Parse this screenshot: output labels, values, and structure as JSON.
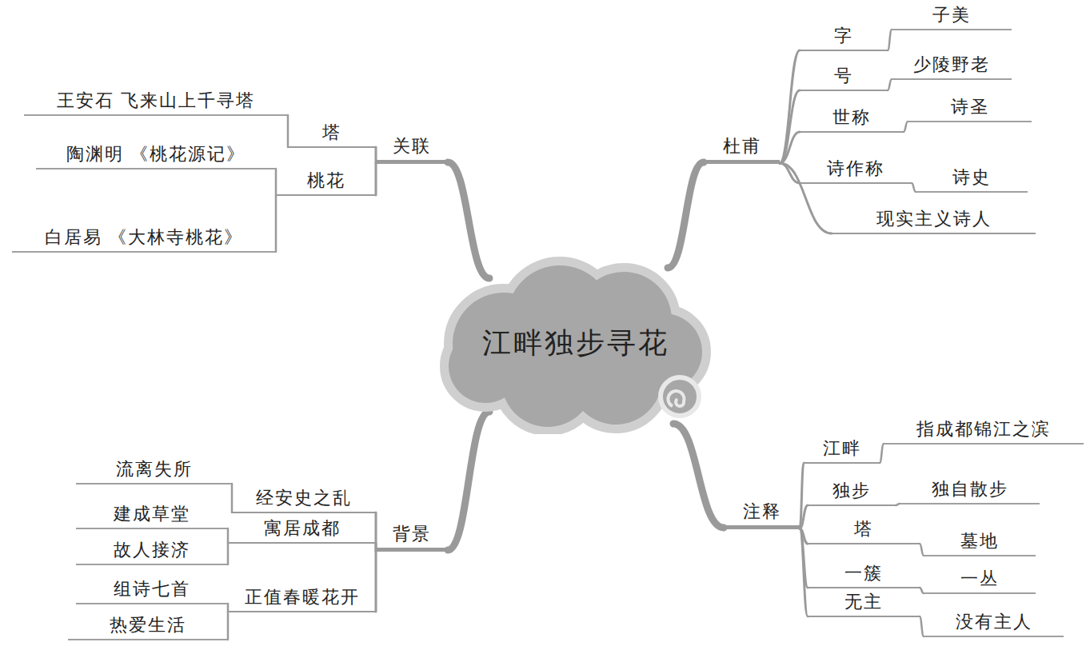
{
  "diagram": {
    "nodes": [
      {
        "text": [
          "江畔独步寻花"
        ]
      },
      {
        "text": [
          "关联"
        ]
      },
      {
        "text": [
          "塔"
        ]
      },
      {
        "text": [
          "王安石 飞来山上千寻塔"
        ]
      },
      {
        "text": [
          "桃花"
        ]
      },
      {
        "text": [
          "陶渊明 《桃花源记》"
        ]
      },
      {
        "text": [
          "白居易 《大林寺桃花》"
        ]
      },
      {
        "text": [
          "杜甫"
        ]
      },
      {
        "text": [
          "字"
        ]
      },
      {
        "text": [
          "子美"
        ]
      },
      {
        "text": [
          "号"
        ]
      },
      {
        "text": [
          "少陵野老"
        ]
      },
      {
        "text": [
          "世称"
        ]
      },
      {
        "text": [
          "诗圣"
        ]
      },
      {
        "text": [
          "诗作称"
        ]
      },
      {
        "text": [
          "诗史"
        ]
      },
      {
        "text": [
          "现实主义诗人"
        ]
      },
      {
        "text": [
          "背景"
        ]
      },
      {
        "text": [
          "经安史之乱"
        ]
      },
      {
        "text": [
          "流离失所"
        ]
      },
      {
        "text": [
          "寓居成都"
        ]
      },
      {
        "text": [
          "建成草堂"
        ]
      },
      {
        "text": [
          "故人接济"
        ]
      },
      {
        "text": [
          "正值春暖花开"
        ]
      },
      {
        "text": [
          "组诗七首"
        ]
      },
      {
        "text": [
          "热爱生活"
        ]
      },
      {
        "text": [
          "注释"
        ]
      },
      {
        "text": [
          "江畔"
        ]
      },
      {
        "text": [
          "指成都锦江之滨"
        ]
      },
      {
        "text": [
          "独步"
        ]
      },
      {
        "text": [
          "独自散步"
        ]
      },
      {
        "text": [
          "塔"
        ]
      },
      {
        "text": [
          "墓地"
        ]
      },
      {
        "text": [
          "一簇"
        ]
      },
      {
        "text": [
          "一丛"
        ]
      },
      {
        "text": [
          "无主"
        ]
      },
      {
        "text": [
          "没有主人"
        ]
      }
    ],
    "edges": [
      {
        "from": 0,
        "to": 1,
        "arrow": "none"
      },
      {
        "from": 1,
        "to": 2,
        "arrow": "none"
      },
      {
        "from": 2,
        "to": 3,
        "arrow": "none"
      },
      {
        "from": 1,
        "to": 4,
        "arrow": "none"
      },
      {
        "from": 4,
        "to": 5,
        "arrow": "none"
      },
      {
        "from": 4,
        "to": 6,
        "arrow": "none"
      },
      {
        "from": 0,
        "to": 7,
        "arrow": "none"
      },
      {
        "from": 7,
        "to": 8,
        "arrow": "none"
      },
      {
        "from": 8,
        "to": 9,
        "arrow": "none"
      },
      {
        "from": 7,
        "to": 10,
        "arrow": "none"
      },
      {
        "from": 10,
        "to": 11,
        "arrow": "none"
      },
      {
        "from": 7,
        "to": 12,
        "arrow": "none"
      },
      {
        "from": 12,
        "to": 13,
        "arrow": "none"
      },
      {
        "from": 7,
        "to": 14,
        "arrow": "none"
      },
      {
        "from": 14,
        "to": 15,
        "arrow": "none"
      },
      {
        "from": 7,
        "to": 16,
        "arrow": "none"
      },
      {
        "from": 0,
        "to": 17,
        "arrow": "none"
      },
      {
        "from": 17,
        "to": 18,
        "arrow": "none"
      },
      {
        "from": 18,
        "to": 19,
        "arrow": "none"
      },
      {
        "from": 17,
        "to": 20,
        "arrow": "none"
      },
      {
        "from": 20,
        "to": 21,
        "arrow": "none"
      },
      {
        "from": 20,
        "to": 22,
        "arrow": "none"
      },
      {
        "from": 17,
        "to": 23,
        "arrow": "none"
      },
      {
        "from": 23,
        "to": 24,
        "arrow": "none"
      },
      {
        "from": 23,
        "to": 25,
        "arrow": "none"
      },
      {
        "from": 0,
        "to": 26,
        "arrow": "none"
      },
      {
        "from": 26,
        "to": 27,
        "arrow": "none"
      },
      {
        "from": 27,
        "to": 28,
        "arrow": "none"
      },
      {
        "from": 26,
        "to": 29,
        "arrow": "none"
      },
      {
        "from": 29,
        "to": 30,
        "arrow": "none"
      },
      {
        "from": 26,
        "to": 31,
        "arrow": "none"
      },
      {
        "from": 31,
        "to": 32,
        "arrow": "none"
      },
      {
        "from": 26,
        "to": 33,
        "arrow": "none"
      },
      {
        "from": 33,
        "to": 34,
        "arrow": "none"
      },
      {
        "from": 26,
        "to": 35,
        "arrow": "none"
      },
      {
        "from": 35,
        "to": 36,
        "arrow": "none"
      }
    ]
  }
}
